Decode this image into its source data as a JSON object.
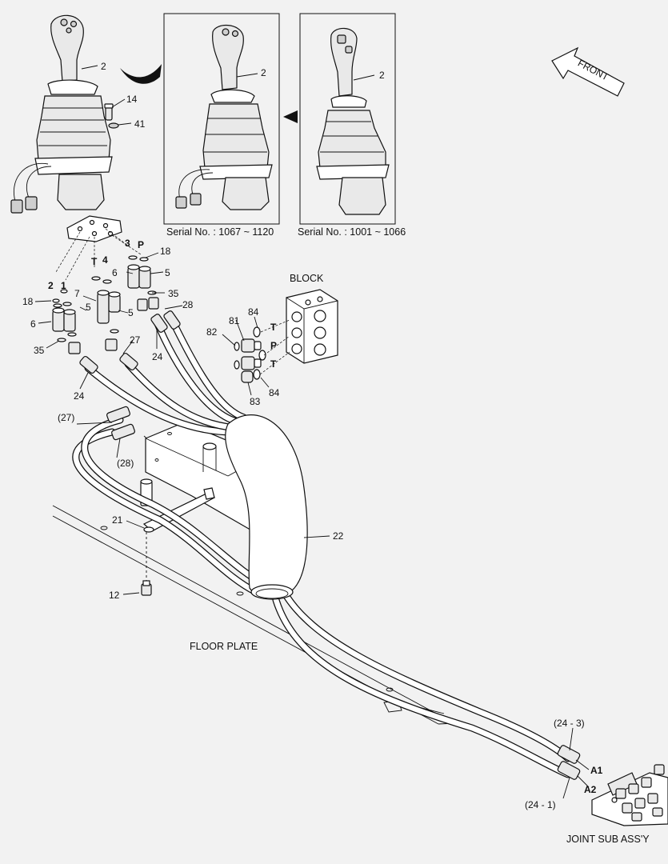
{
  "serials": {
    "inset_mid": "Serial No. : 1067 ~ 1120",
    "inset_right": "Serial No. : 1001 ~ 1066"
  },
  "labels": {
    "front": "FRONT",
    "block": "BLOCK",
    "floor_plate": "FLOOR PLATE",
    "joint_sub_assy": "JOINT SUB ASS'Y",
    "port_t": "T",
    "port_p": "P",
    "port_3": "3",
    "port_4": "4",
    "port_2": "2",
    "port_1": "1",
    "a1": "A1",
    "a2": "A2",
    "hose_24_3": "(24 - 3)",
    "hose_24_1": "(24 - 1)",
    "ref_27": "(27)",
    "ref_28": "(28)"
  },
  "callouts": {
    "c2a": "2",
    "c2b": "2",
    "c2c": "2",
    "c14": "14",
    "c41": "41",
    "c18a": "18",
    "c18b": "18",
    "c5a": "5",
    "c5b": "5",
    "c5c": "5",
    "c6a": "6",
    "c6b": "6",
    "c7": "7",
    "c35a": "35",
    "c35b": "35",
    "c28": "28",
    "c27": "27",
    "c24a": "24",
    "c24b": "24",
    "c81": "81",
    "c82": "82",
    "c83": "83",
    "c84a": "84",
    "c84b": "84",
    "c22": "22",
    "c21": "21",
    "c12": "12"
  }
}
